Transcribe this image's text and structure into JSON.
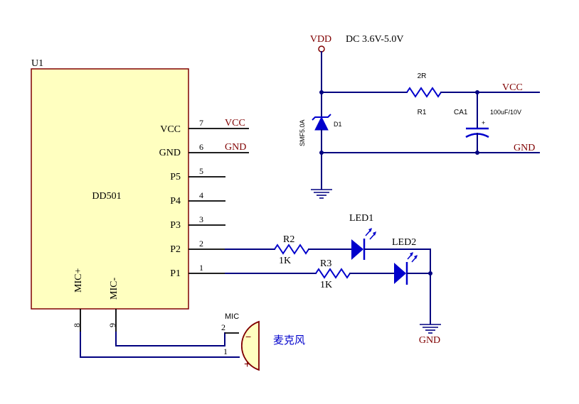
{
  "colors": {
    "wire": "#000080",
    "component": "#0000cc",
    "net_label": "#800000",
    "pin": "#000000",
    "ic_fill": "#ffffc0",
    "ic_border": "#800000"
  },
  "ic": {
    "ref": "U1",
    "part": "DD501",
    "pins": [
      {
        "name": "VCC",
        "num": "7"
      },
      {
        "name": "GND",
        "num": "6"
      },
      {
        "name": "P5",
        "num": "5"
      },
      {
        "name": "P4",
        "num": "4"
      },
      {
        "name": "P3",
        "num": "3"
      },
      {
        "name": "P2",
        "num": "2"
      },
      {
        "name": "P1",
        "num": "1"
      },
      {
        "name": "MIC+",
        "num": "8"
      },
      {
        "name": "MIC-",
        "num": "9"
      }
    ]
  },
  "nets": {
    "vcc_ic": "VCC",
    "gnd_ic": "GND",
    "vdd": "VDD",
    "vcc_out": "VCC",
    "gnd_power": "GND",
    "gnd_led": "GND"
  },
  "power": {
    "supply_range": "DC 3.6V-5.0V",
    "diode_ref": "D1",
    "diode_part": "SMF5.0A",
    "resistor_ref": "R1",
    "resistor_value": "2R",
    "cap_ref": "CA1",
    "cap_value": "100uF/10V",
    "cap_polarity": "+"
  },
  "leds": {
    "r2_ref": "R2",
    "r2_value": "1K",
    "r3_ref": "R3",
    "r3_value": "1K",
    "led1_ref": "LED1",
    "led2_ref": "LED2"
  },
  "mic": {
    "ref": "MIC",
    "pin2": "2",
    "pin1": "1",
    "minus": "−",
    "plus": "+",
    "label": "麦克风"
  }
}
